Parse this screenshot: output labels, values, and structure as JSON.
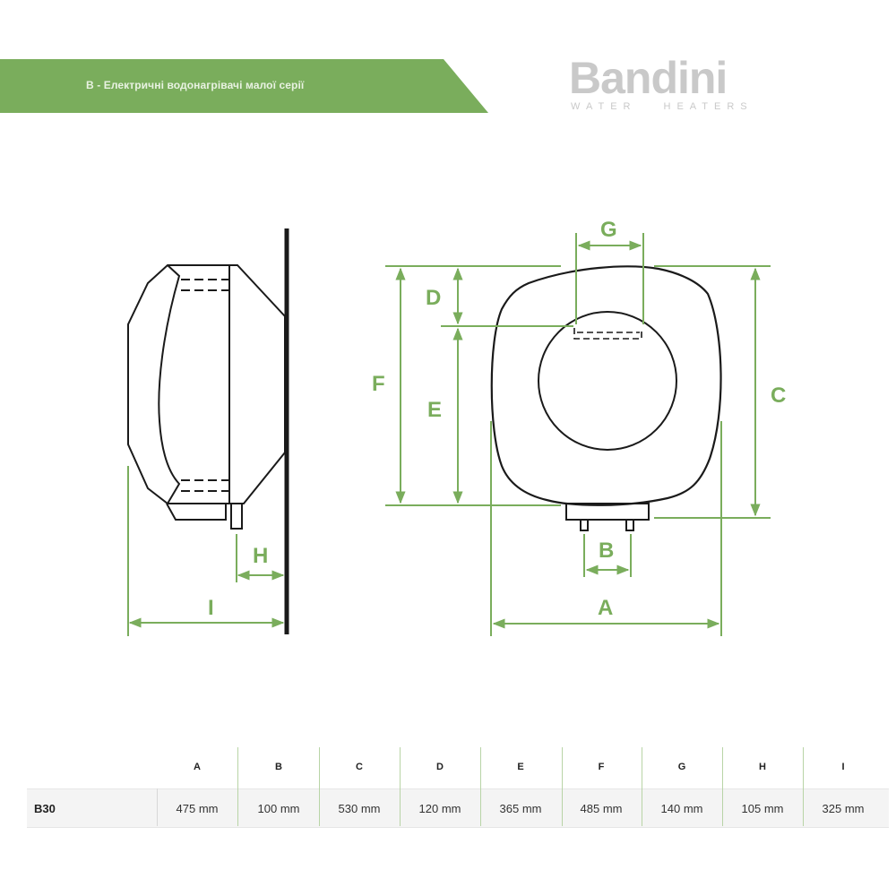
{
  "banner": {
    "title": "B - Електричні водонагрівачі малої серії",
    "color": "#7aad5c"
  },
  "logo": {
    "name": "Bandini",
    "sub_left": "WATER",
    "sub_right": "HEATERS",
    "color": "#c9c9c9"
  },
  "diagram": {
    "accent_color": "#7aad5c",
    "side_view": {
      "labels": {
        "h": "H",
        "i": "I"
      }
    },
    "front_view": {
      "labels": {
        "a": "A",
        "b": "B",
        "c": "C",
        "d": "D",
        "e": "E",
        "f": "F",
        "g": "G"
      }
    }
  },
  "table": {
    "columns": [
      "A",
      "B",
      "C",
      "D",
      "E",
      "F",
      "G",
      "H",
      "I"
    ],
    "rows": [
      {
        "model": "B30",
        "values": [
          "475 mm",
          "100 mm",
          "530 mm",
          "120 mm",
          "365 mm",
          "485 mm",
          "140  mm",
          "105  mm",
          "325  mm"
        ]
      }
    ]
  }
}
